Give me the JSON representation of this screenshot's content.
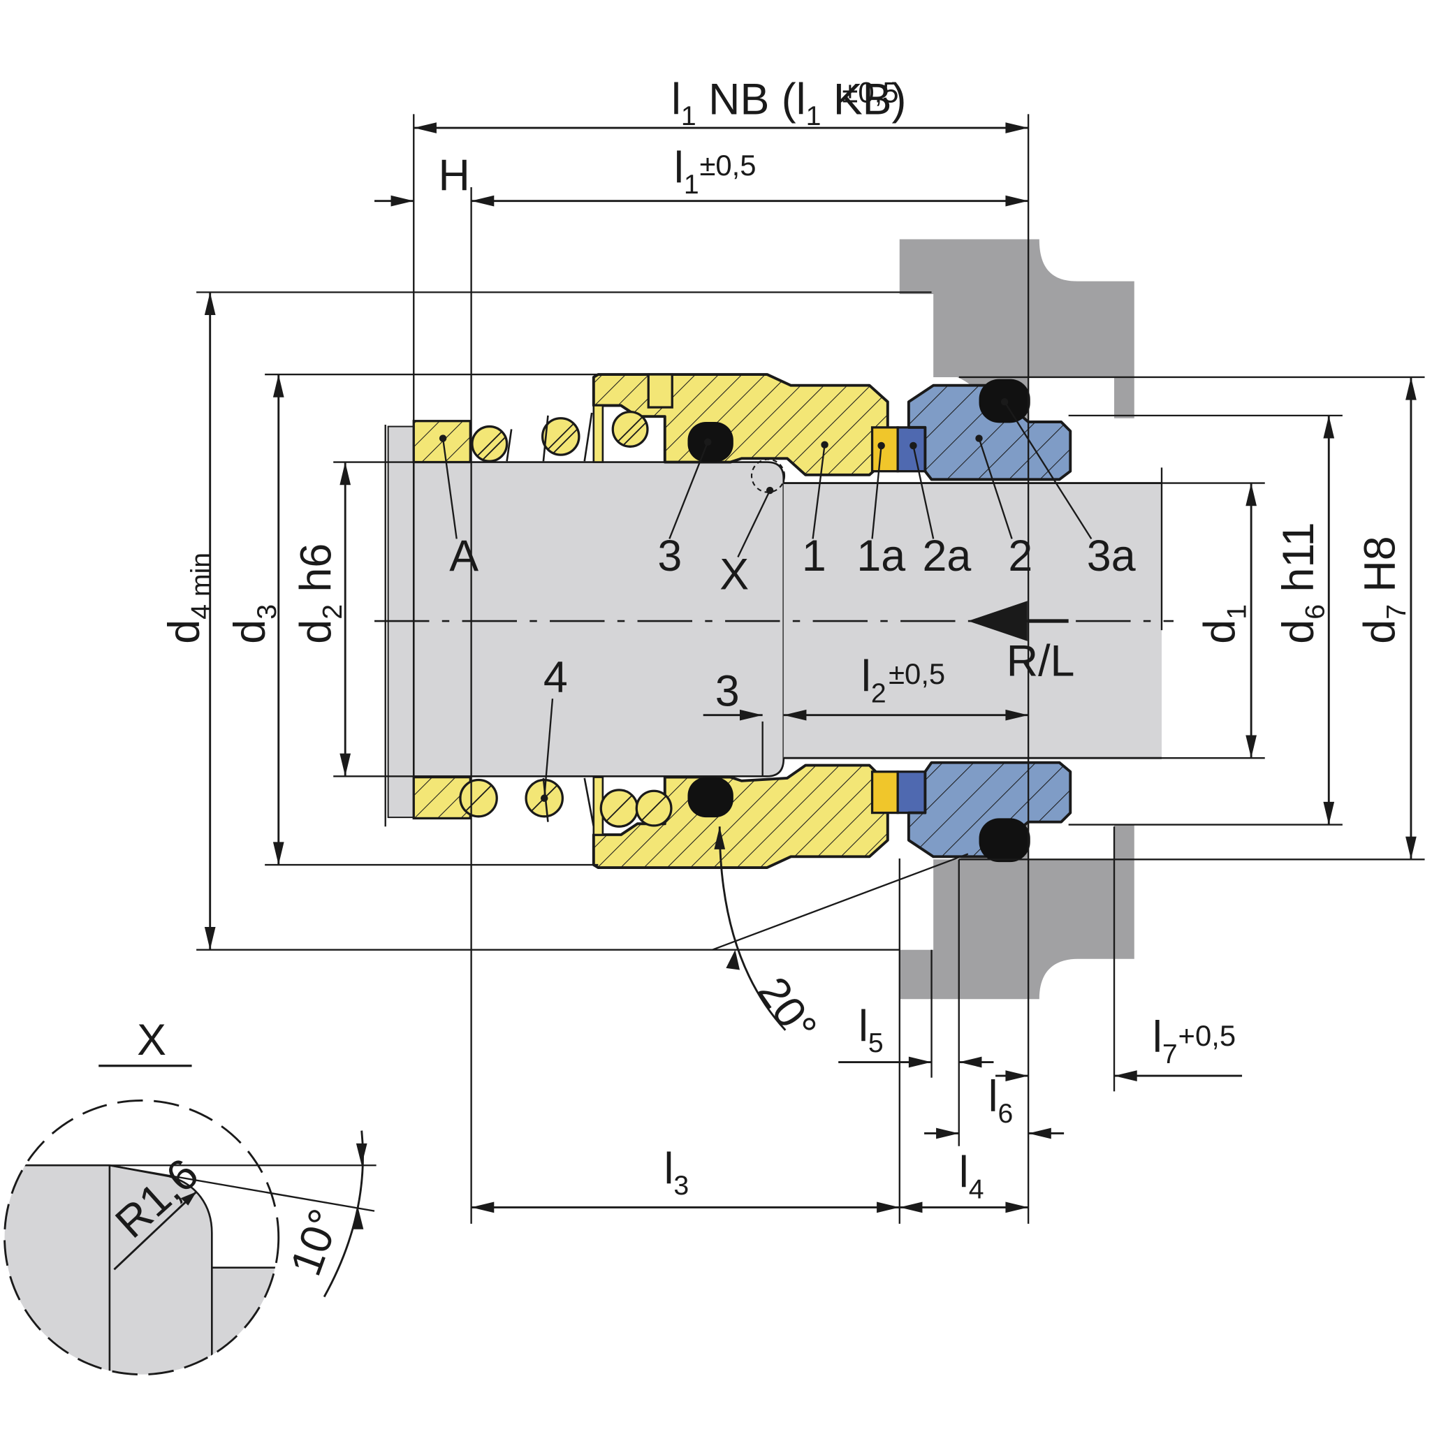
{
  "labels": {
    "l1_nb": "l",
    "l1_nb_sub": "1",
    "l1_nb_mid": " NB (l",
    "l1_nb_sub2": "1",
    "l1_nb_end": " KB)",
    "l1_nb_tol": "±0,5",
    "h": "H",
    "l1": "l",
    "l1_sub": "1",
    "l1_tol": "±0,5",
    "d4": "d",
    "d4_sub": "4 min",
    "d3": "d",
    "d3_sub": "3",
    "d2": "d",
    "d2_sub": "2",
    "d2_fit": " h6",
    "d1": "d",
    "d1_sub": "1",
    "d6": "d",
    "d6_sub": "6",
    "d6_fit": " h11",
    "d7": "d",
    "d7_sub": "7",
    "d7_fit": " H8",
    "l2": "l",
    "l2_sub": "2",
    "l2_tol": "±0,5",
    "l3": "l",
    "l3_sub": "3",
    "l4": "l",
    "l4_sub": "4",
    "l5": "l",
    "l5_sub": "5",
    "l6": "l",
    "l6_sub": "6",
    "l7": "l",
    "l7_sub": "7",
    "l7_tol": "+0,5",
    "three_gap": "3",
    "rotation": "R/L",
    "angle_20": "20°",
    "angle_10": "10°",
    "radius": "R1,6",
    "detail_title": "X"
  },
  "parts": {
    "A": "A",
    "p3": "3",
    "X": "X",
    "p1": "1",
    "p1a": "1a",
    "p2a": "2a",
    "p2": "2",
    "p3a": "3a",
    "p4": "4"
  },
  "colors": {
    "shaft": "#d5d5d7",
    "housing": "#a1a1a3",
    "yellow": "#f3e676",
    "yellow_dark": "#f0c62b",
    "blue": "#7f9cc6",
    "blue_dark": "#4f69b0",
    "black": "#111111"
  }
}
